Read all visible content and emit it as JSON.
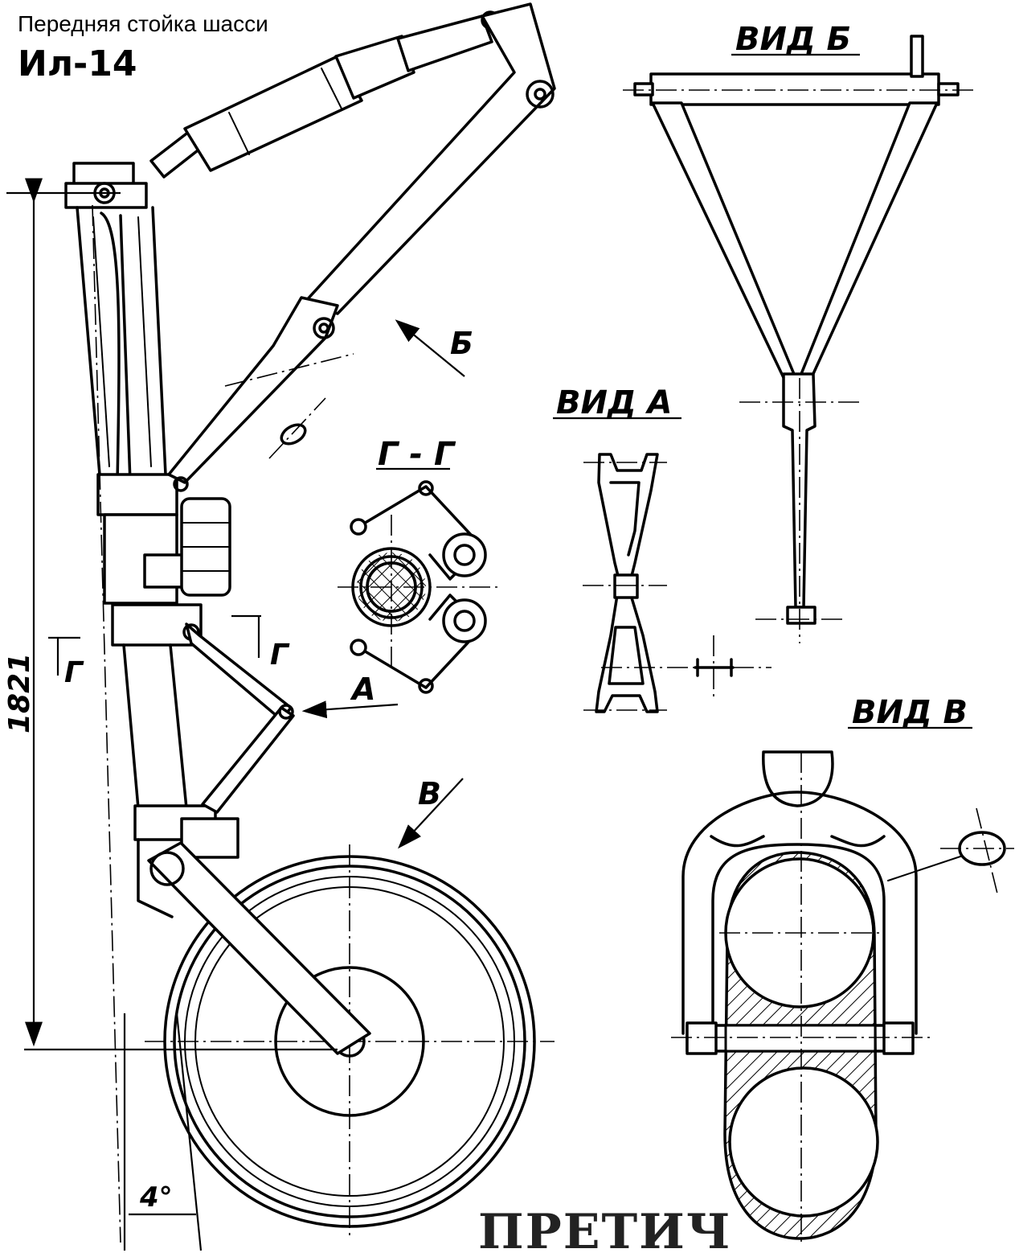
{
  "header": {
    "title": "Передняя стойка шасси",
    "model": "Ил-14"
  },
  "labels": {
    "view_b": "ВИД Б",
    "view_a": "ВИД А",
    "view_v": "ВИД В",
    "section_gg": "Г - Г",
    "arrow_b": "Б",
    "arrow_a": "А",
    "arrow_v": "В",
    "section_mark_left": "Г",
    "section_mark_right": "Г",
    "dim_height": "1821",
    "dim_angle": "4°"
  },
  "watermark": {
    "text": "ПРЕТИЧ"
  }
}
